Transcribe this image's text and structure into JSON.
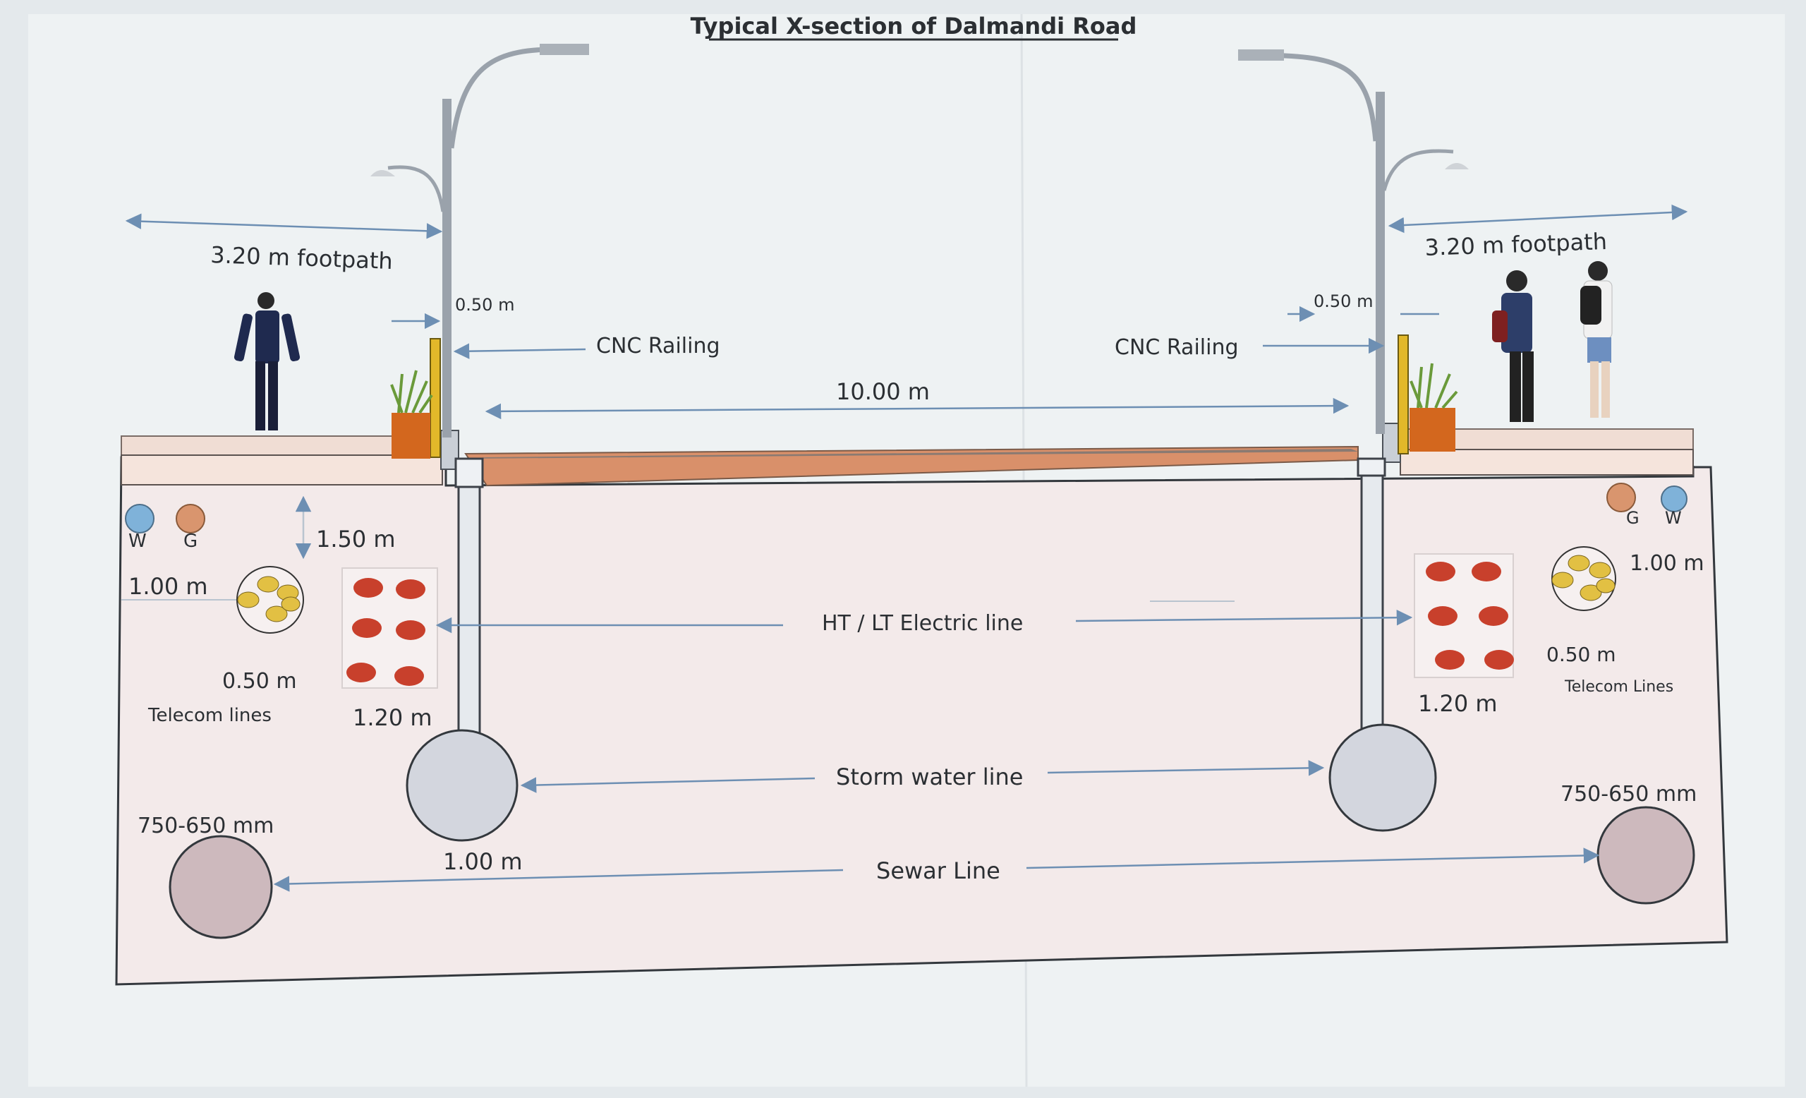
{
  "title": "Typical X-section of Dalmandi Road",
  "labels": {
    "footpath_left": "3.20 m footpath",
    "footpath_right": "3.20 m footpath",
    "gap_left": "0.50 m",
    "gap_right": "0.50 m",
    "railing_left": "CNC Railing",
    "railing_right": "CNC Railing",
    "carriageway": "10.00 m",
    "depth_left": "1.50 m",
    "utility_w_left": "W",
    "utility_g_left": "G",
    "utility_w_right": "W",
    "utility_g_right": "G",
    "telecom_depth_left": "1.00 m",
    "telecom_depth_right": "1.00 m",
    "telecom_gap_left": "0.50 m",
    "telecom_gap_right": "0.50 m",
    "telecom_left": "Telecom lines",
    "telecom_right": "Telecom Lines",
    "electric_depth_left": "1.20 m",
    "electric_depth_right": "1.20 m",
    "electric_line": "HT / LT Electric line",
    "storm_water": "Storm water line",
    "sewer_size_left": "750-650 mm",
    "sewer_size_right": "750-650 mm",
    "sewer_gap": "1.00 m",
    "sewer_line": "Sewar Line"
  },
  "colors": {
    "paper": "#f3ecec",
    "road": "#d9906a",
    "electric": "#c8402c",
    "telecom": "#e2c043",
    "water": "#7fb2d9",
    "gas": "#d9956e",
    "storm": "#d3d6de",
    "sewer": "#cdb9bd",
    "railing": "#e2b82a",
    "planter": "#d3671e"
  }
}
